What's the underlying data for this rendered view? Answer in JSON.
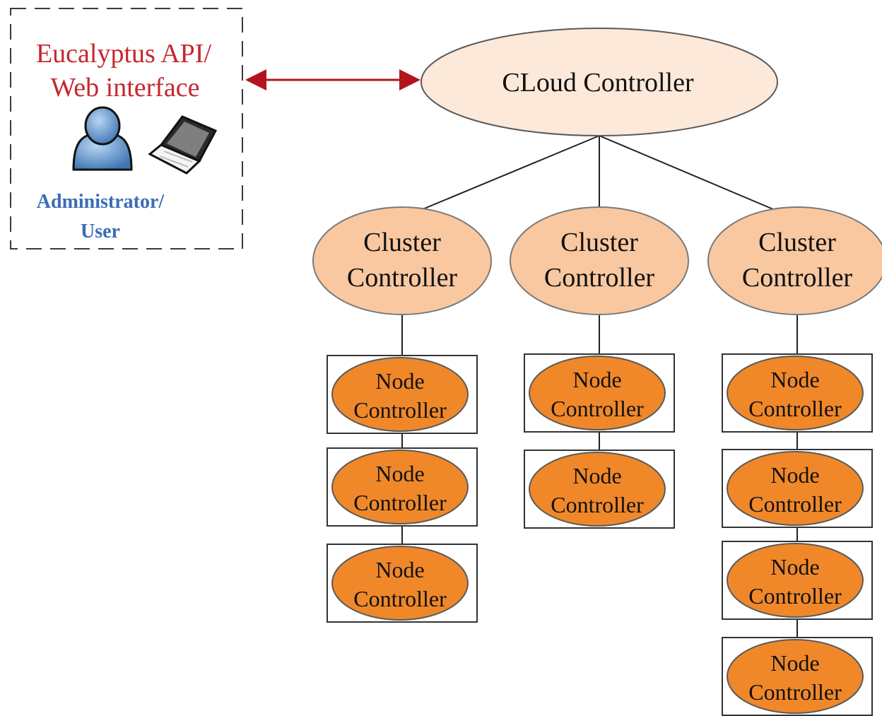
{
  "client": {
    "api_line1": "Eucalyptus API/",
    "api_line2": "Web interface",
    "role_line1": "Administrator/",
    "role_line2": "User",
    "icons": [
      "user-icon",
      "laptop-icon"
    ]
  },
  "cloud_controller": {
    "label": "CLoud Controller"
  },
  "clusters": [
    {
      "line1": "Cluster",
      "line2": "Controller",
      "node_count": 3
    },
    {
      "line1": "Cluster",
      "line2": "Controller",
      "node_count": 2
    },
    {
      "line1": "Cluster",
      "line2": "Controller",
      "node_count": 4
    }
  ],
  "node": {
    "line1": "Node",
    "line2": "Controller"
  },
  "colors": {
    "api_text": "#c8262d",
    "role_text": "#3a6db5",
    "arrow": "#b3141c",
    "cloud_fill": "#fde9d9",
    "cluster_fill": "#f9c8a0",
    "node_fill": "#f0882a",
    "user_icon": "#5b8fc6",
    "laptop_icon": "#222222"
  }
}
